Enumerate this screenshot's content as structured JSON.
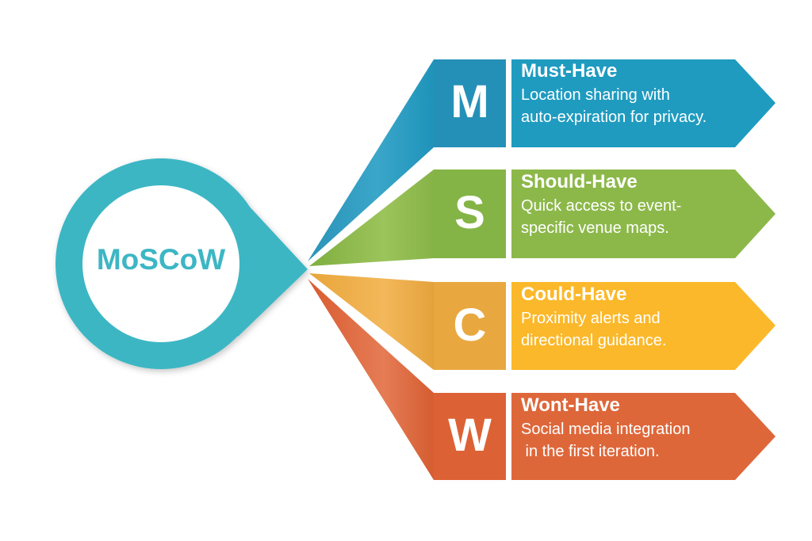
{
  "center": {
    "title": "MoSCoW",
    "color": "#3db6c4"
  },
  "items": [
    {
      "letter": "M",
      "title": "Must-Have",
      "description_line1": "Location sharing with",
      "description_line2": "auto-expiration for privacy.",
      "color": "#1f9bc0"
    },
    {
      "letter": "S",
      "title": "Should-Have",
      "description_line1": "Quick access to event-",
      "description_line2": "specific venue maps.",
      "color": "#8cb84a"
    },
    {
      "letter": "C",
      "title": "Could-Have",
      "description_line1": "Proximity alerts and",
      "description_line2": "directional guidance.",
      "color": "#f7b72e"
    },
    {
      "letter": "W",
      "title": "Wont-Have",
      "description_line1": "Social media integration",
      "description_line2": " in the first iteration.",
      "color": "#de673a"
    }
  ]
}
